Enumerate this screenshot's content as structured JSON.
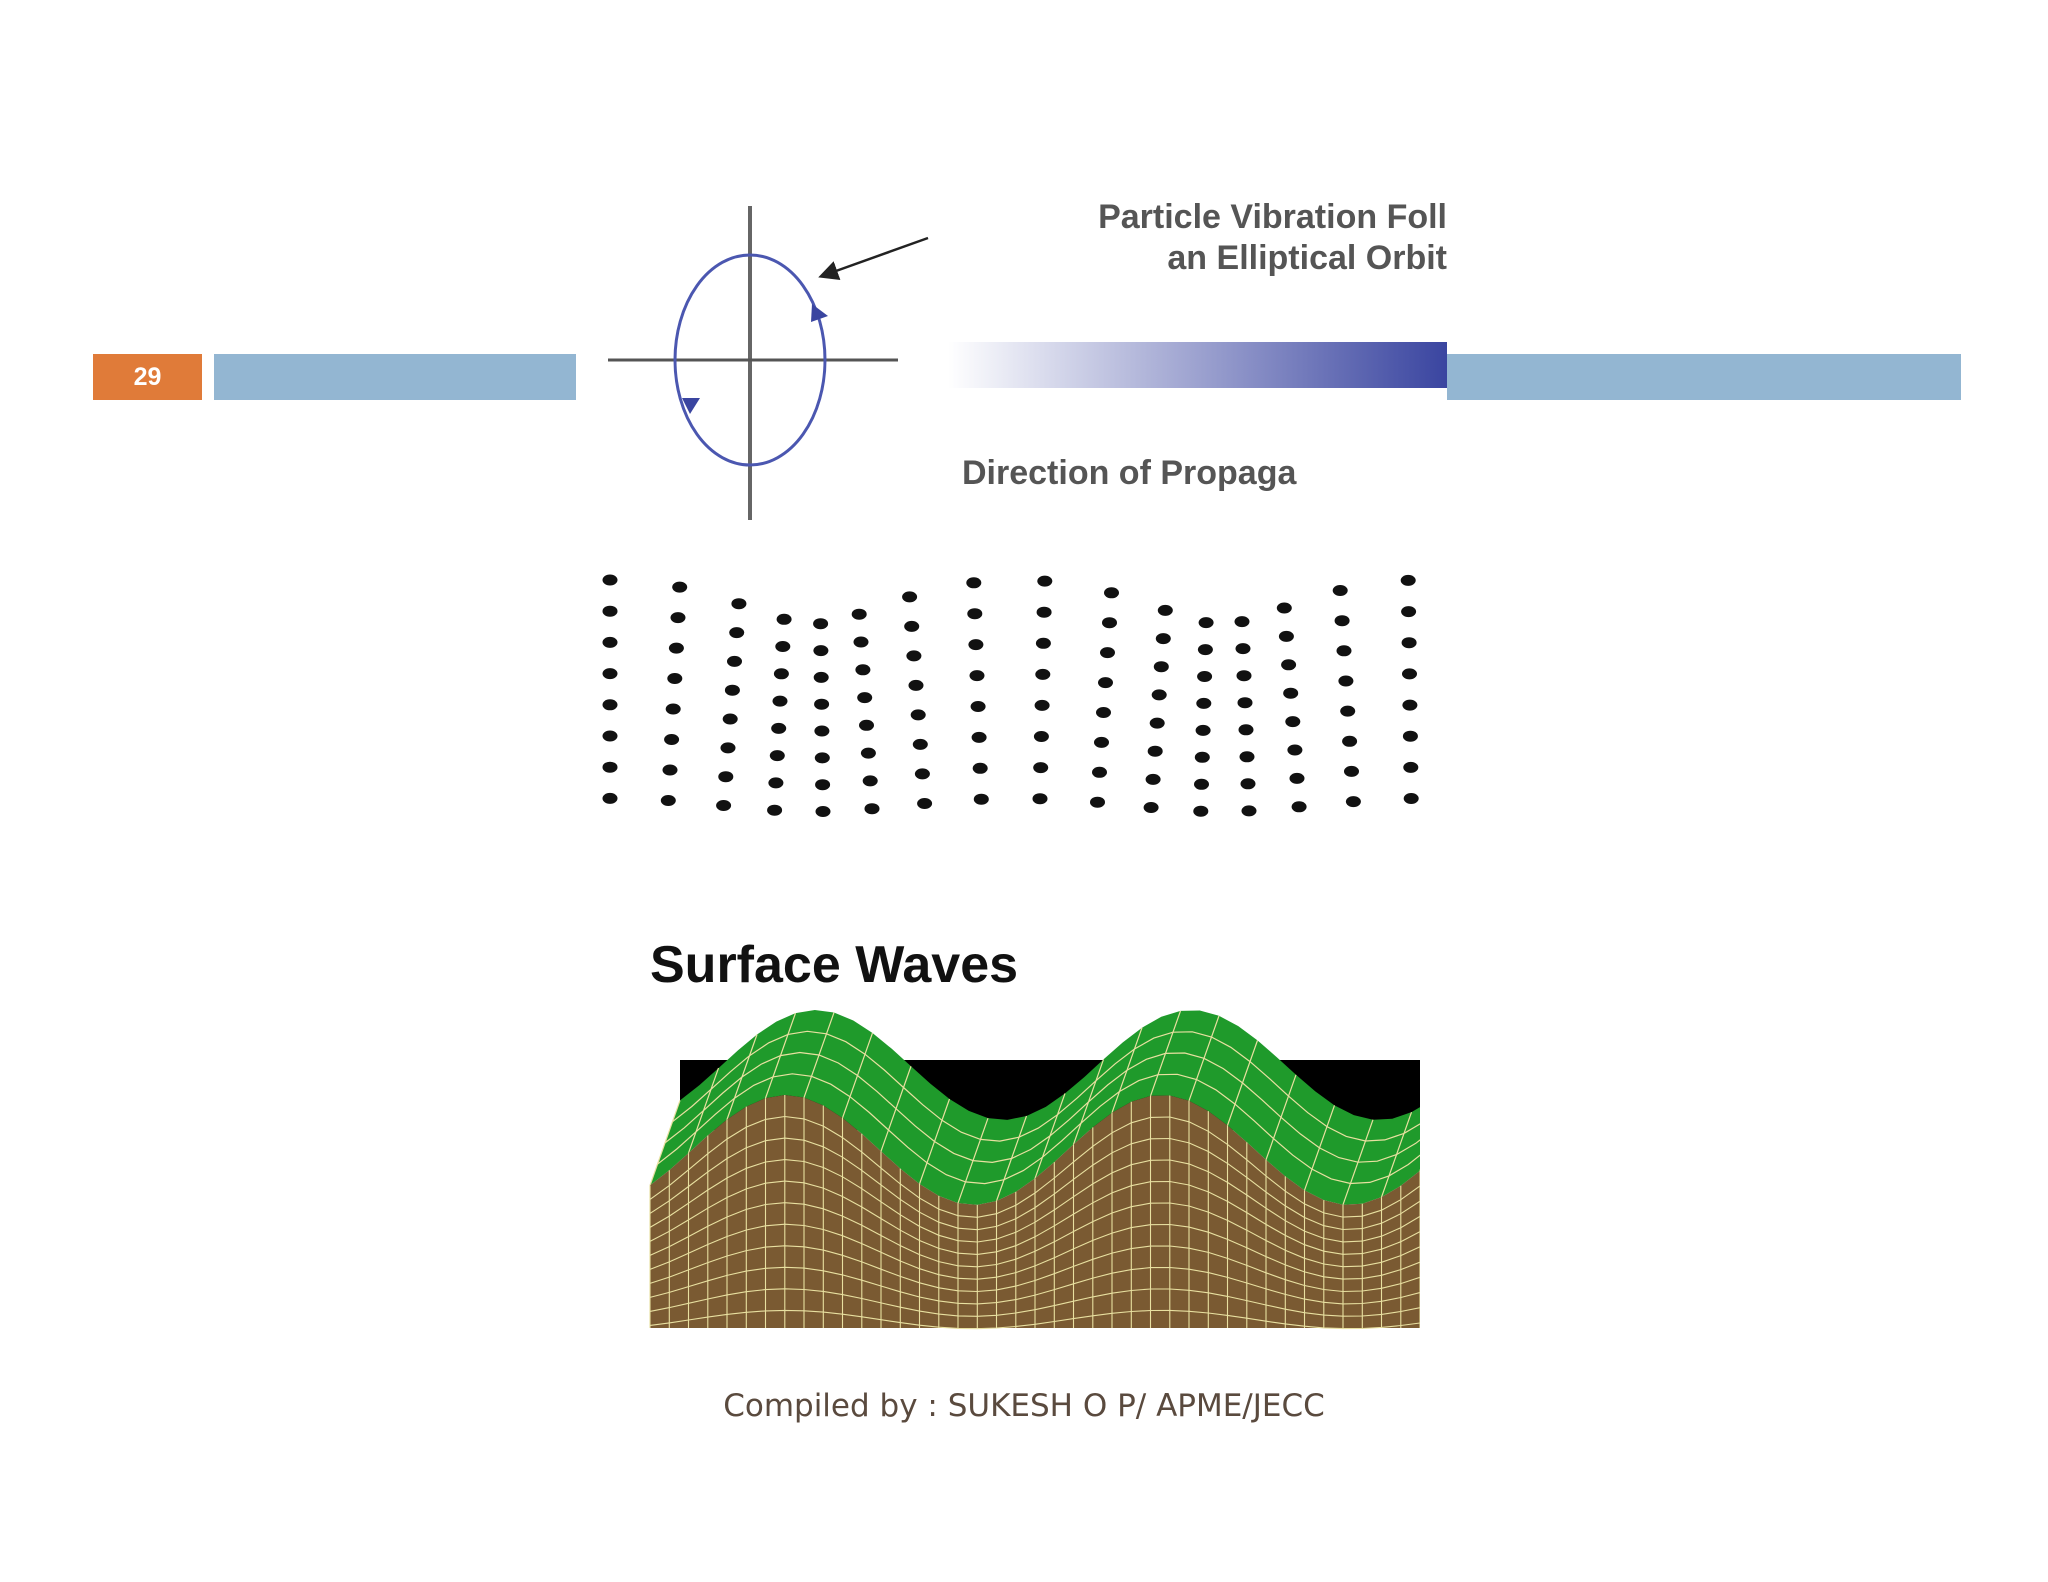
{
  "slide": {
    "number": "29",
    "colors": {
      "number_badge": "#e07b39",
      "bars": "#93b6d2",
      "footer_text": "#5a4a3e",
      "orbit": "#4b57b0",
      "propagation_arrow": "#3a45a0",
      "surface_top": "#1f9a2b",
      "ground": "#7a5a32",
      "grid_lines": "#e8e0a0"
    }
  },
  "orbit_figure": {
    "vibration_label_line1": "Particle Vibration Foll",
    "vibration_label_line2": "an Elliptical Orbit",
    "propagation_label": "Direction of Propaga"
  },
  "surface_figure": {
    "title": "Surface Waves"
  },
  "footer": {
    "text": "Compiled by : SUKESH O P/ APME/JECC"
  }
}
